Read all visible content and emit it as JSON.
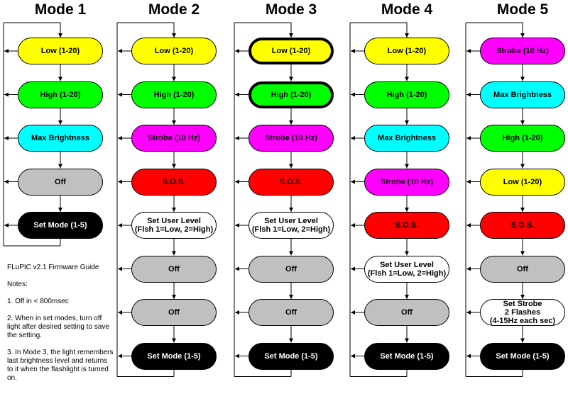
{
  "colors": {
    "yellow": "#ffff00",
    "green": "#00ff00",
    "cyan": "#00ffff",
    "magenta": "#ff00ff",
    "red": "#ff0000",
    "gray": "#c0c0c0",
    "black": "#000000",
    "white": "#ffffff"
  },
  "modes": [
    {
      "title": "Mode 1",
      "steps": [
        {
          "label": "Low (1-20)",
          "color": "yellow"
        },
        {
          "label": "High (1-20)",
          "color": "green"
        },
        {
          "label": "Max Brightness",
          "color": "cyan"
        },
        {
          "label": "Off",
          "color": "gray"
        },
        {
          "label": "Set Mode (1-5)",
          "color": "black"
        }
      ]
    },
    {
      "title": "Mode 2",
      "steps": [
        {
          "label": "Low (1-20)",
          "color": "yellow"
        },
        {
          "label": "High (1-20)",
          "color": "green"
        },
        {
          "label": "Strobe (10 Hz)",
          "color": "magenta"
        },
        {
          "label": "S.O.S.",
          "color": "red"
        },
        {
          "label": "Set User Level\n(Flsh 1=Low, 2=High)",
          "color": "white"
        },
        {
          "label": "Off",
          "color": "gray"
        },
        {
          "label": "Off",
          "color": "gray"
        },
        {
          "label": "Set Mode (1-5)",
          "color": "black"
        }
      ]
    },
    {
      "title": "Mode 3",
      "steps": [
        {
          "label": "Low (1-20)",
          "color": "yellow",
          "emphasized": true
        },
        {
          "label": "High (1-20)",
          "color": "green",
          "emphasized": true
        },
        {
          "label": "Strobe (10 Hz)",
          "color": "magenta"
        },
        {
          "label": "S.O.S.",
          "color": "red"
        },
        {
          "label": "Set User Level\n(Flsh 1=Low, 2=High)",
          "color": "white"
        },
        {
          "label": "Off",
          "color": "gray"
        },
        {
          "label": "Off",
          "color": "gray"
        },
        {
          "label": "Set Mode (1-5)",
          "color": "black"
        }
      ]
    },
    {
      "title": "Mode 4",
      "steps": [
        {
          "label": "Low (1-20)",
          "color": "yellow"
        },
        {
          "label": "High (1-20)",
          "color": "green"
        },
        {
          "label": "Max Brightness",
          "color": "cyan"
        },
        {
          "label": "Strobe (10 Hz)",
          "color": "magenta"
        },
        {
          "label": "S.O.S.",
          "color": "red"
        },
        {
          "label": "Set User Level\n(Flsh 1=Low, 2=High)",
          "color": "white"
        },
        {
          "label": "Off",
          "color": "gray"
        },
        {
          "label": "Set Mode (1-5)",
          "color": "black"
        }
      ]
    },
    {
      "title": "Mode 5",
      "steps": [
        {
          "label": "Strobe (10 Hz)",
          "color": "magenta"
        },
        {
          "label": "Max Brightness",
          "color": "cyan"
        },
        {
          "label": "High (1-20)",
          "color": "green"
        },
        {
          "label": "Low (1-20)",
          "color": "yellow"
        },
        {
          "label": "S.O.S.",
          "color": "red"
        },
        {
          "label": "Off",
          "color": "gray"
        },
        {
          "label": "Set Strobe\n2 Flashes\n(4-15Hz each sec)",
          "color": "white"
        },
        {
          "label": "Set Mode (1-5)",
          "color": "black"
        }
      ]
    }
  ],
  "notes": {
    "title": "FLuPIC v2.1 Firmware Guide",
    "heading": "Notes:",
    "items": [
      "1. Off in < 800msec",
      "2. When in set modes, turn off light after desired setting to save the setting.",
      "3. In Mode 3, the light remembers last brightness level and returns to it when the flashlight is turned on."
    ]
  }
}
